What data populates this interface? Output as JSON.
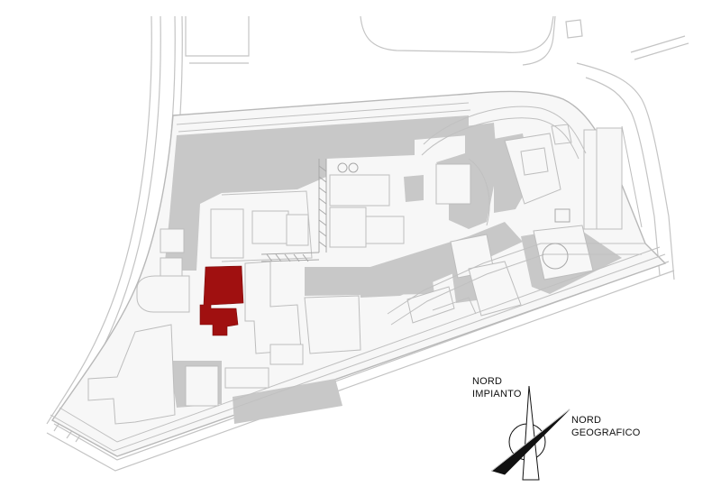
{
  "map": {
    "colors": {
      "background": "#ffffff",
      "site_fill": "#f7f7f7",
      "site_outline": "#b8b8b8",
      "paved_area": "#c8c8c8",
      "building_outline": "#bdbdbd",
      "highlight_building": "#a01010",
      "road_line": "#c4c4c4",
      "compass_line": "#111111"
    },
    "compass": {
      "label_impianto_line1": "NORD",
      "label_impianto_line2": "IMPIANTO",
      "label_geografico_line1": "NORD",
      "label_geografico_line2": "GEOGRAFICO"
    }
  }
}
